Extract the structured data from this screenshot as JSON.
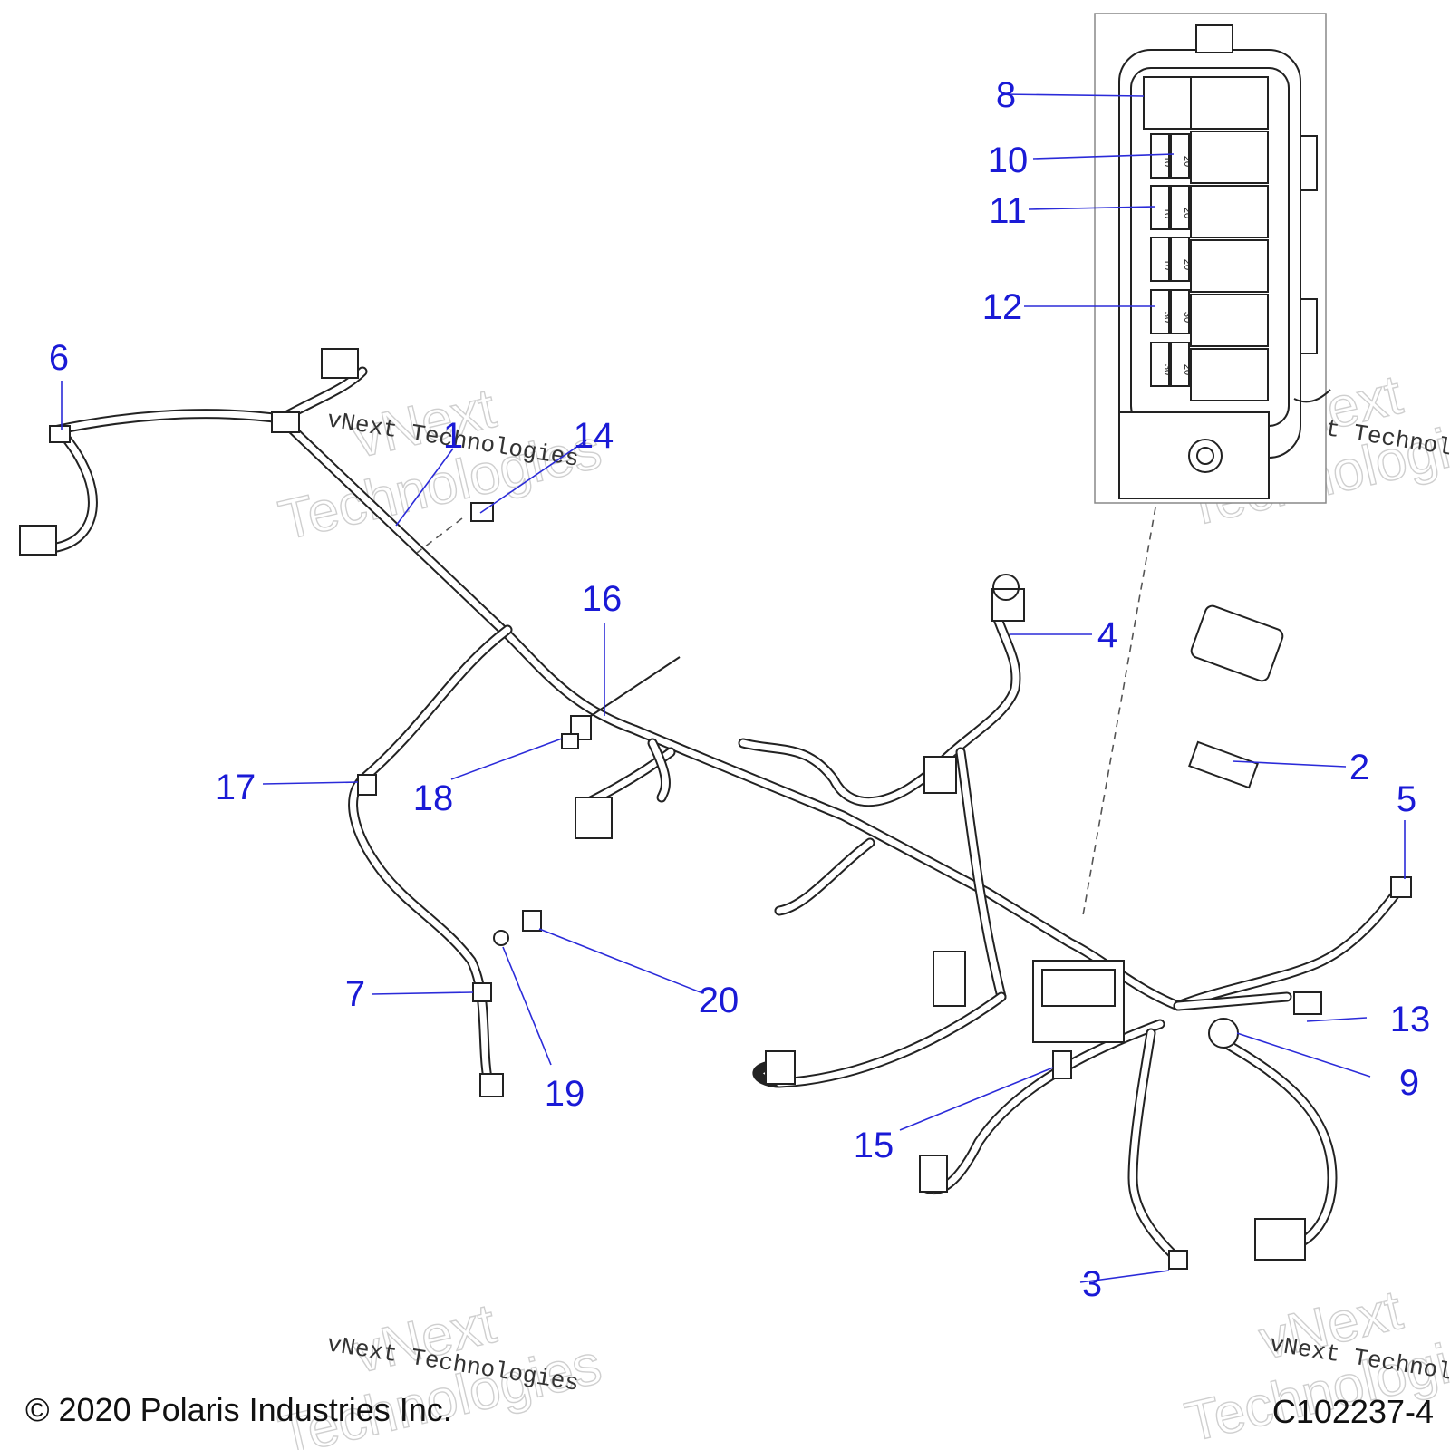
{
  "watermark": {
    "line1": "vNext",
    "line2": "Technologies",
    "serif": "vNext Technologies"
  },
  "callouts": {
    "c1": "1",
    "c2": "2",
    "c3": "3",
    "c4": "4",
    "c5": "5",
    "c6": "6",
    "c7": "7",
    "c8": "8",
    "c9": "9",
    "c10": "10",
    "c11": "11",
    "c12": "12",
    "c13": "13",
    "c14": "14",
    "c15": "15",
    "c16": "16",
    "c17": "17",
    "c18": "18",
    "c19": "19",
    "c20": "20"
  },
  "fuse_labels": {
    "f1a": "10",
    "f1b": "20",
    "f2a": "10",
    "f2b": "20",
    "f3a": "10",
    "f3b": "20",
    "f4a": "30",
    "f4b": "30",
    "f5a": "30",
    "f5b": "20"
  },
  "footer": {
    "copyright": "© 2020 Polaris Industries Inc.",
    "drawing_number": "C102237-4"
  },
  "colors": {
    "callout": "#1a1ad6",
    "line_art": "#222222"
  }
}
